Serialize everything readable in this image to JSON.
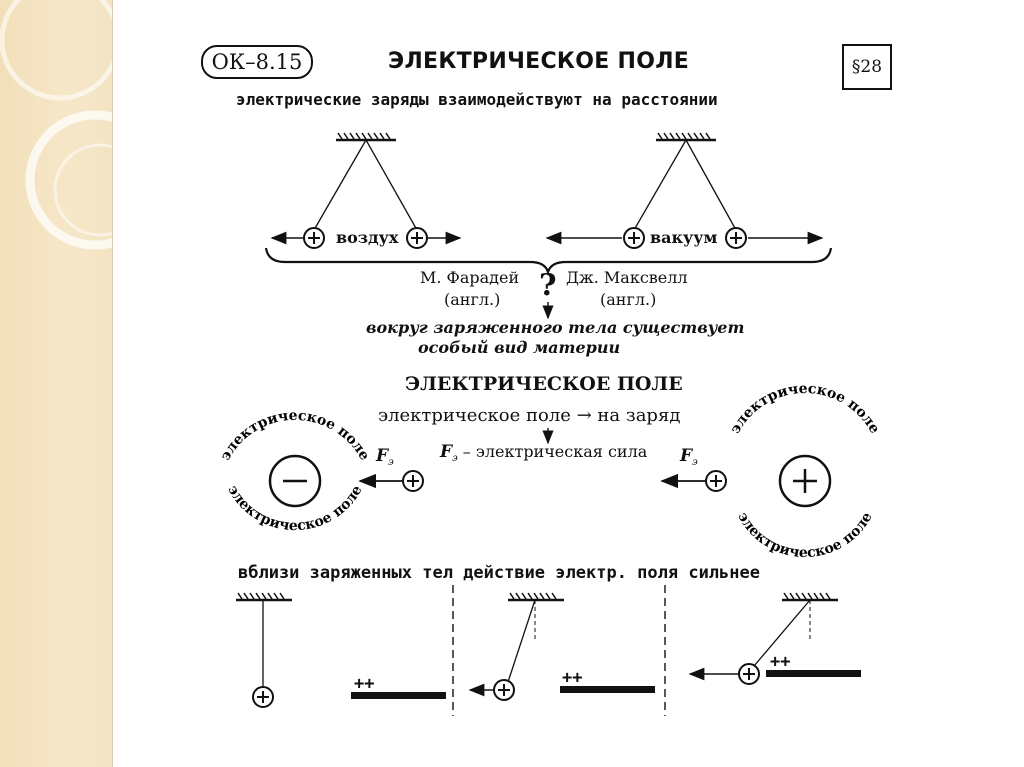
{
  "badge_left": "ОК–8.15",
  "title": "ЭЛЕКТРИЧЕСКОЕ ПОЛЕ",
  "badge_right": "§28",
  "subtitle": "электрические заряды взаимодействуют на расстоянии",
  "medium_left": "воздух",
  "medium_right": "вакуум",
  "scientist_left": {
    "name": "М. Фарадей",
    "nationality": "(англ.)"
  },
  "scientist_right": {
    "name": "Дж. Максвелл",
    "nationality": "(англ.)"
  },
  "question_mark": "?",
  "conclusion_line1": "вокруг заряженного тела существует",
  "conclusion_line2": "особый вид материи",
  "section_title": "ЭЛЕКТРИЧЕСКОЕ ПОЛЕ",
  "field_on_charge": "электрическое поле → на заряд",
  "down_arrow": "↓",
  "force_definition": "F<sub>э</sub> – электрическая сила",
  "force_label": "F",
  "force_subscript": "э",
  "force_desc": "– электрическая сила",
  "arc_label": "электрическое поле",
  "plus_sign": "+",
  "minus_sign": "−",
  "near_bodies": "вблизи заряженных тел действие электр. поля сильнее",
  "plate_charges": "++"
}
